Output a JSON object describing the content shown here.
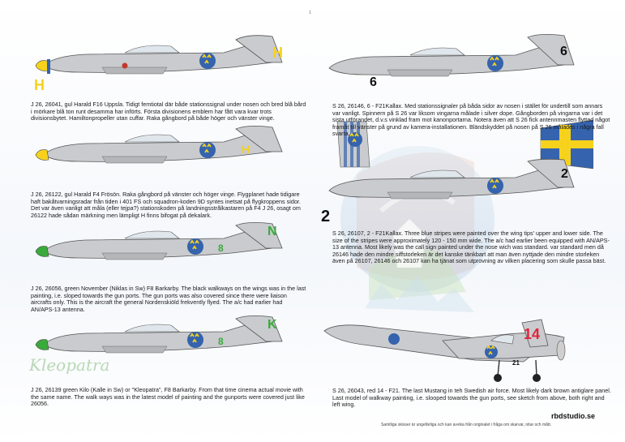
{
  "page_marker": "1",
  "colors": {
    "yellow": "#f6d21c",
    "green": "#3aaa3a",
    "red": "#e0243b",
    "blue": "#3563ad",
    "fuselage": "#c9cbce",
    "wm_blue": "#1c4f9a"
  },
  "watermark_text": "Kleopatra",
  "left_panels": [
    {
      "caption": "J 26, 26041, gul Harald F16 Uppsla. Tidigt femtiotal där både  stationssignal under nosen och bred blå bård i mörkare blå ton runt desamma har införts. Första divisionens emblem har fått vara kvar trots divisionsbytet. Hamiltonpropeller utan cuffar. Raka gångbord på både höger och vänster vinge.",
      "code": "H",
      "side_code": "H",
      "serial": "26041"
    },
    {
      "caption": "J 26, 26122, gul Harald F4 Frösön. Raka gångbord på vänster och höger vinge. Flygplanet hade tidigare haft bakåtvarningsradar från tiden i 401 FS och squadron-koden 9D syntes inetsat på flygkroppens sidor. Det var även vanligt att måla (eller tejpa?) stationskoden på landningsstrålkastaren på F4 J 26, osagt om 26122 hade sådan märkning men lämpligt H finns bifogat på dekalark.",
      "code": "H",
      "serial": "26122"
    },
    {
      "caption": "J 26, 26056, green November (Niklas in Sw) F8 Barkarby. The black walkways on the wings was in the last painting, i.e. sloped towards the gun ports. The gun ports was also covered since there were liaison aircrafts only. This is the aircraft the general Nordenskiöld frekvently flyed. The a/c had earlier had AN/APS-13 antenna.",
      "code": "N",
      "digit": "8",
      "serial": "26056"
    },
    {
      "caption": "J 26, 26139 green Kilo (Kalle in Sw) or \"Kleopatra\", F8 Barkarby. From that time cinema actual movie with the same name. The walk ways was in the latest model of painting and the gunports were covered just like 26056.",
      "code": "K",
      "digit": "8",
      "serial": "26139"
    }
  ],
  "right_panels": [
    {
      "caption": "S 26, 26146,  6 - F21Kallax. Med stationssignaler på båda sidor av nosen i stället för undertill som annars var vanligt. Spinnern på S 26 var liksom vingarna målade i silver dope. Gångborden på vingarna var i det sista utförandet, d.v.s vinklad fram mot kanonportarna.  Notera även att S 26 fick antennmasten flyttad något framåt till vänster på grund av kamera-installationen. Bländskyddet på nosen på S 26 målades i några fall svarta.",
      "code": "6",
      "serial": "26146"
    },
    {
      "caption": "S 26, 26107, 2 - F21Kallax. Three blue stripes were painted  over the wing tips' upper and lower side. The size of the stripes were approximately 120 - 150 mm wide. The a/c had earlier been equipped with AN/APS-13 antenna. Most likely was the call sign painted under the nose wich was standard. var standard men då 26146 hade den mindre siffstorleken är det kanske tänkbart att man även nyttjade den mindre storleken även på 26107, 26146 och 26107 kan ha tjänat som utprovning av vilken placering som skulle passa bäst.",
      "code": "2",
      "serial": "26107"
    },
    {
      "caption": "S 26, 26043, red 14 - F21. The last Mustang in teh Swedish air force. Most likely dark brown antiglare panel.  Last model of walkway painting, i.e. slooped towards the gun ports, see sketch from above, both right and left wing.",
      "code": "14",
      "nose_code": "21",
      "serial": "26043"
    }
  ],
  "footer_note": "Samtliga skisser är ungefärliga och kan avvika från originalet i fråga om skarvar, nitar och mått.",
  "brand": "rbdstudio.se"
}
